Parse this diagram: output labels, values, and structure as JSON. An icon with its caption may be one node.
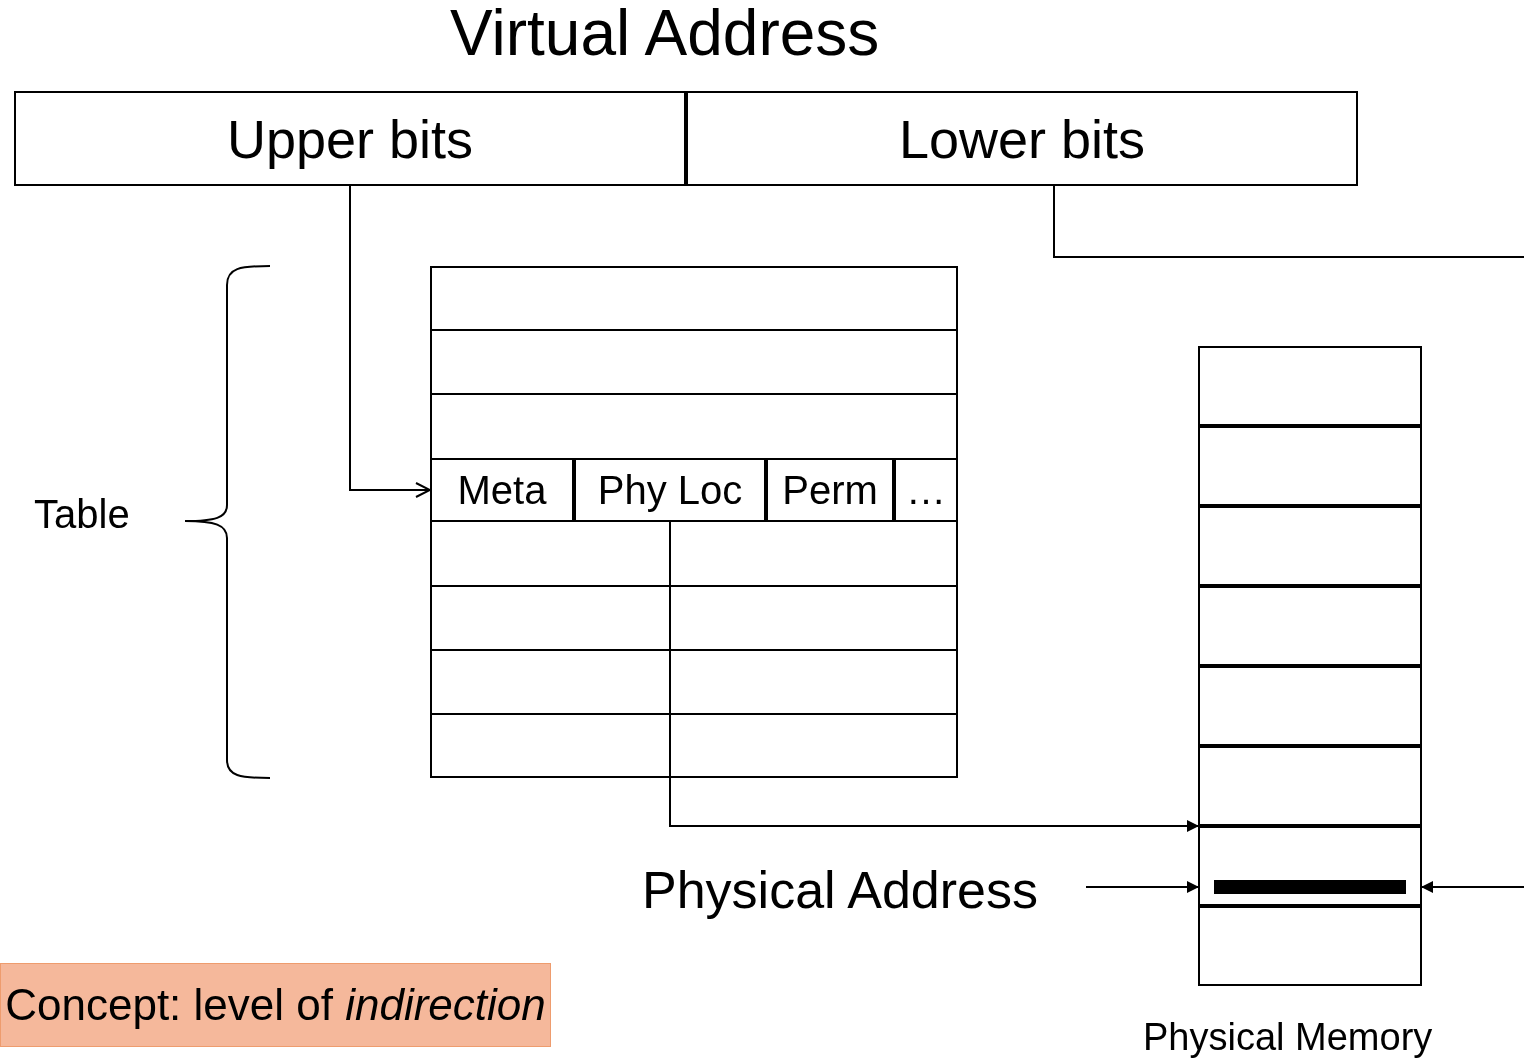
{
  "diagram": {
    "title": "Virtual Address",
    "nodes": [
      {
        "text": [
          "Upper bits"
        ]
      },
      {
        "text": [
          "Lower bits"
        ]
      },
      {
        "text": [],
        "shape": "box"
      },
      {
        "text": [
          "Meta"
        ],
        "in": 2
      },
      {
        "text": [
          "Phy Loc"
        ],
        "in": 2
      },
      {
        "text": [
          "Perm"
        ],
        "in": 2
      },
      {
        "text": [
          "…"
        ],
        "in": 2
      },
      {
        "text": [],
        "shape": "box",
        "beside": [
          "Physical Memory"
        ]
      },
      {
        "text": [],
        "shape": "box",
        "in": 7
      },
      {
        "text": [],
        "shape": "box",
        "in": 7
      },
      {
        "text": [],
        "shape": "box",
        "in": 7
      },
      {
        "text": [],
        "shape": "box",
        "in": 7
      },
      {
        "text": [],
        "shape": "box",
        "in": 7
      },
      {
        "text": [],
        "shape": "box",
        "in": 7
      },
      {
        "text": [],
        "shape": "box",
        "in": 7
      },
      {
        "text": [],
        "shape": "box",
        "in": 7
      },
      {
        "text": [],
        "shape": "bar",
        "in": 14
      },
      {
        "text": [
          "Physical Address"
        ]
      },
      {
        "text": [
          "Concept: level of *indirection*"
        ]
      }
    ],
    "edges": [
      {
        "from": 0,
        "to": 3,
        "arrow": "to"
      },
      {
        "from": 4,
        "to": 14,
        "arrow": "to"
      },
      {
        "from": 17,
        "to": 14,
        "arrow": "to"
      },
      {
        "from": 1,
        "to": null,
        "arrow": "none"
      },
      {
        "from": null,
        "to": 14,
        "arrow": "to"
      }
    ],
    "labels": [
      "Table"
    ]
  }
}
